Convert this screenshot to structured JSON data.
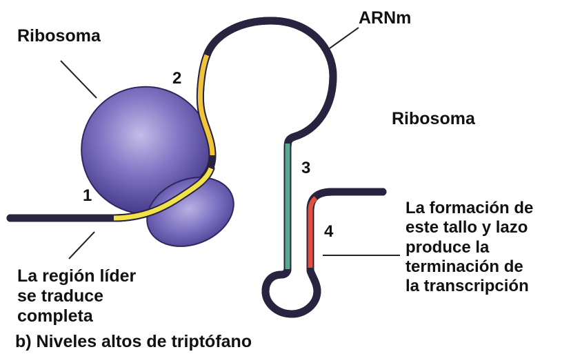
{
  "labels": {
    "ribosome_top": "Ribosoma",
    "mrna": "ARNm",
    "ribosome_right": "Ribosoma",
    "n1": "1",
    "n2": "2",
    "n3": "3",
    "n4": "4",
    "leader": [
      "La región líder",
      "se traduce",
      "completa"
    ],
    "stemloop": [
      "La formación de",
      "este tallo y lazo",
      "produce la",
      "terminación de",
      "la transcripción"
    ],
    "caption": "b) Niveles altos de triptófano"
  },
  "colors": {
    "mrna_fill": "#9c8fc8",
    "mrna_outline": "#2a2340",
    "region1": "#f2e24a",
    "region2": "#f2c43a",
    "region3": "#5aa88e",
    "region4": "#e0503c",
    "ribosome_large": "#6a5fb0",
    "ribosome_small": "#6f66b4",
    "ribosome_highlight": "#b3aadf"
  }
}
